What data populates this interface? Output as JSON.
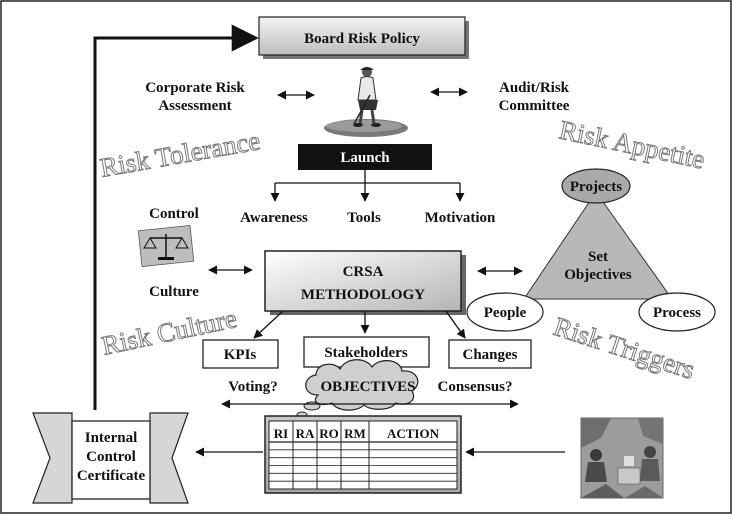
{
  "title": "Board Risk Policy",
  "top_left": [
    "Corporate Risk",
    "Assessment"
  ],
  "top_right": [
    "Audit/Risk",
    "Committee"
  ],
  "launch": "Launch",
  "launch_outputs": [
    "Awareness",
    "Tools",
    "Motivation"
  ],
  "control_culture": [
    "Control",
    "Culture"
  ],
  "crsa": [
    "CRSA",
    "METHODOLOGY"
  ],
  "triangle": {
    "center": [
      "Set",
      "Objectives"
    ],
    "top": "Projects",
    "left": "People",
    "right": "Process"
  },
  "crsa_outputs": [
    "KPIs",
    "Stakeholders",
    "Changes"
  ],
  "objectives": {
    "label": "OBJECTIVES",
    "left": "Voting?",
    "right": "Consensus?"
  },
  "table_headers": [
    "RI",
    "RA",
    "RO",
    "RM",
    "ACTION"
  ],
  "certificate": [
    "Internal",
    "Control",
    "Certificate"
  ],
  "watermarks": [
    "Risk Tolerance",
    "Risk Appetite",
    "Risk Culture",
    "Risk Triggers"
  ]
}
